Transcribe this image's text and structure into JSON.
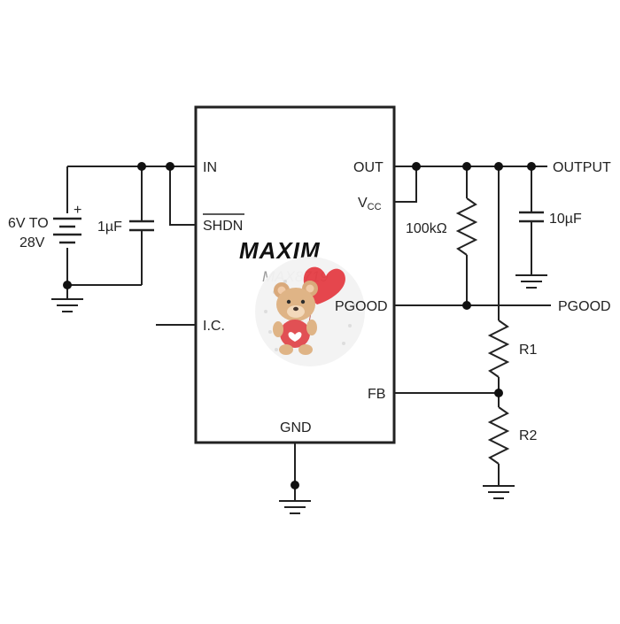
{
  "chip": {
    "brand": "MAXIM",
    "part_number": "MAX8719",
    "pins": {
      "in": "IN",
      "shdn": "SHDN",
      "ic": "I.C.",
      "out": "OUT",
      "vcc_main": "V",
      "vcc_sub": "CC",
      "pgood": "PGOOD",
      "fb": "FB",
      "gnd": "GND"
    }
  },
  "source": {
    "label_line1": "6V TO",
    "label_line2": "28V",
    "plus": "+"
  },
  "components": {
    "input_cap": "1µF",
    "pullup": "100kΩ",
    "output_cap": "10µF",
    "r1": "R1",
    "r2": "R2"
  },
  "nets": {
    "output": "OUTPUT",
    "pgood": "PGOOD"
  },
  "watermark": {
    "type": "teddy bear with heart balloon"
  }
}
